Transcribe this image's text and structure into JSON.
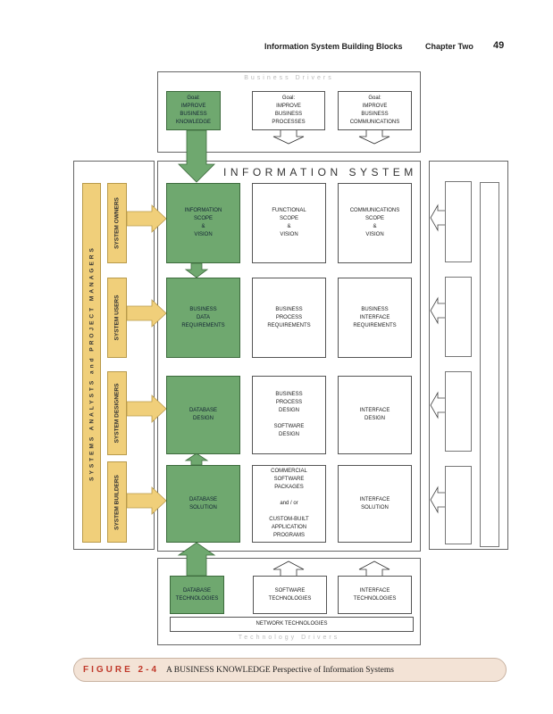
{
  "header": {
    "running_title": "Information System Building Blocks",
    "chapter": "Chapter Two",
    "page_number": "49"
  },
  "business_drivers": {
    "label": "Business Drivers",
    "goals": [
      "Goal:\nIMPROVE\nBUSINESS\nKNOWLEDGE",
      "Goal:\nIMPROVE\nBUSINESS\nPROCESSES",
      "Goal:\nIMPROVE\nBUSINESS\nCOMMUNICATIONS"
    ]
  },
  "information_system": {
    "title": "INFORMATION SYSTEM",
    "rows": [
      [
        "INFORMATION\nSCOPE\n&\nVISION",
        "FUNCTIONAL\nSCOPE\n&\nVISION",
        "COMMUNICATIONS\nSCOPE\n&\nVISION"
      ],
      [
        "BUSINESS\nDATA\nREQUIREMENTS",
        "BUSINESS\nPROCESS\nREQUIREMENTS",
        "BUSINESS\nINTERFACE\nREQUIREMENTS"
      ],
      [
        "DATABASE\nDESIGN",
        "BUSINESS\nPROCESS\nDESIGN\n\nSOFTWARE\nDESIGN",
        "INTERFACE\nDESIGN"
      ],
      [
        "DATABASE\nSOLUTION",
        "COMMERCIAL\nSOFTWARE\nPACKAGES\n\nand / or\n\nCUSTOM-BUILT\nAPPLICATION\nPROGRAMS",
        "INTERFACE\nSOLUTION"
      ]
    ]
  },
  "stakeholders": {
    "banner": "SYSTEMS ANALYSTS and PROJECT MANAGERS",
    "roles": [
      "SYSTEM OWNERS",
      "SYSTEM USERS",
      "SYSTEM DESIGNERS",
      "SYSTEM BUILDERS"
    ]
  },
  "technology_drivers": {
    "label": "Technology Drivers",
    "items": [
      "DATABASE\nTECHNOLOGIES",
      "SOFTWARE\nTECHNOLOGIES",
      "INTERFACE\nTECHNOLOGIES"
    ],
    "network": "NETWORK TECHNOLOGIES"
  },
  "caption": {
    "figure": "FIGURE 2-4",
    "text": "A BUSINESS KNOWLEDGE Perspective of Information Systems"
  },
  "colors": {
    "green": "#6fa86f",
    "gold": "#f0cf7a",
    "caption_red": "#c0392b"
  }
}
